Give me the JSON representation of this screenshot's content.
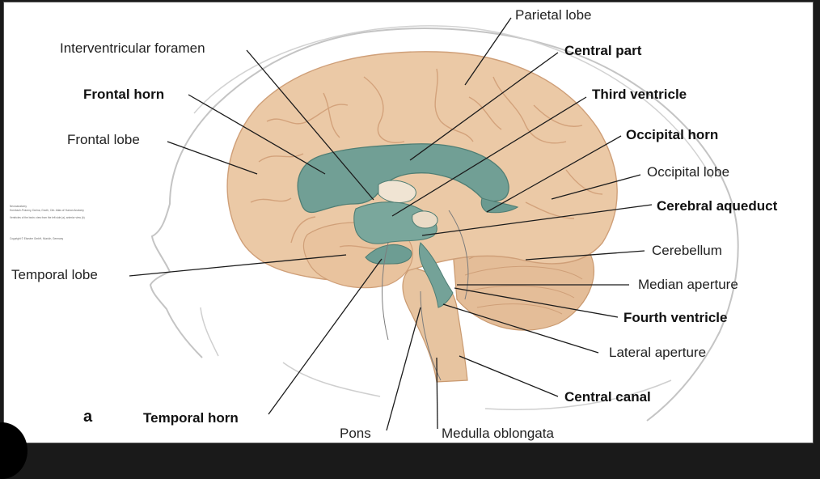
{
  "figure_letter": "a",
  "caption_lines": [
    "Neuroanatomy",
    "Hornbach-Pokorny, Dorina, Gnoth, Clin. Atlas of Human Anatomy",
    "Ventricles of the brain; view from the left side (a), anterior view (b)",
    "Copyright © Elsevier GmbH, Munich, Germany"
  ],
  "labels": {
    "parietal_lobe": "Parietal lobe",
    "interventricular_foramen": "Interventricular foramen",
    "central_part": "Central part",
    "frontal_horn": "Frontal horn",
    "third_ventricle": "Third ventricle",
    "frontal_lobe": "Frontal lobe",
    "occipital_horn": "Occipital horn",
    "occipital_lobe": "Occipital lobe",
    "cerebral_aqueduct": "Cerebral aqueduct",
    "cerebellum": "Cerebellum",
    "temporal_lobe": "Temporal lobe",
    "median_aperture": "Median aperture",
    "fourth_ventricle": "Fourth ventricle",
    "lateral_aperture": "Lateral aperture",
    "central_canal": "Central canal",
    "temporal_horn": "Temporal horn",
    "pons": "Pons",
    "medulla_oblongata": "Medulla oblongata"
  },
  "colors": {
    "brain": "#e8c8a6",
    "brain_shadow": "#d9ad86",
    "ventricle": "#6f9f96",
    "skull_outline": "#b9b9b9"
  }
}
